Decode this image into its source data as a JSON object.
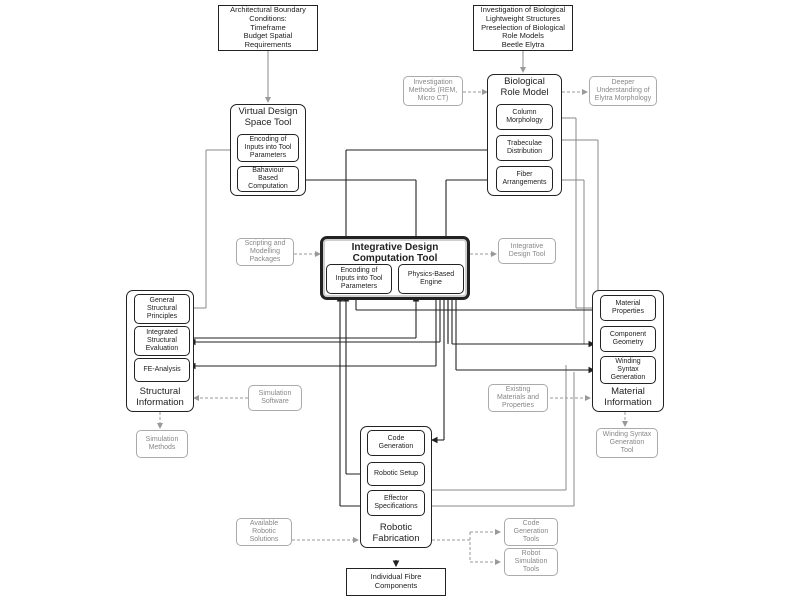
{
  "top": {
    "architectural": "Architectural Boundary\nConditions:\nTimeframe\nBudget Spatial\nRequirements",
    "investigation": "Investigation of Biological\nLightweight Structures\nPreselection of Biological\nRole Models\nBeetle Elytra"
  },
  "virtual_design": {
    "title": "Virtual Design\nSpace Tool",
    "items": [
      "Encoding of\nInputs into Tool\nParameters",
      "Bahaviour\nBased\nComputation"
    ]
  },
  "biological": {
    "title": "Biological\nRole Model",
    "items": [
      "Column\nMorphology",
      "Trabeculae\nDistribution",
      "Fiber\nArrangements"
    ],
    "left_note": "Investigation\nMethods (REM,\nMicro CT)",
    "right_note": "Deeper\nUnderstanding of\nElytra Morphology"
  },
  "central": {
    "title": "Integrative Design\nComputation Tool",
    "items": [
      "Encoding of\nInputs into Tool\nParameters",
      "Physics-Based\nEngine"
    ],
    "left_note": "Scripting and\nModelling\nPackages",
    "right_note": "Integrative\nDesign Tool"
  },
  "structural": {
    "title": "Structural\nInformation",
    "items": [
      "General\nStructural\nPrinciples",
      "Integrated\nStructural\nEvaluation",
      "FE-Analysis"
    ],
    "right_note": "Simulation\nSoftware",
    "below_note": "Simulation\nMethods"
  },
  "material": {
    "title": "Material\nInformation",
    "items": [
      "Material\nProperties",
      "Component\nGeometry",
      "Winding\nSyntax\nGeneration"
    ],
    "left_note": "Existing\nMaterials and\nProperties",
    "below_note": "Winding Syntax\nGeneration\nTool"
  },
  "robotic": {
    "title": "Robotic\nFabrication",
    "items": [
      "Code\nGeneration",
      "Robotic Setup",
      "Effector\nSpecifications"
    ],
    "left_note": "Available\nRobotic\nSolutions",
    "right_notes": [
      "Code\nGeneration\nTools",
      "Robot\nSimulation\nTools"
    ]
  },
  "output": "Individual Fibre\nComponents"
}
